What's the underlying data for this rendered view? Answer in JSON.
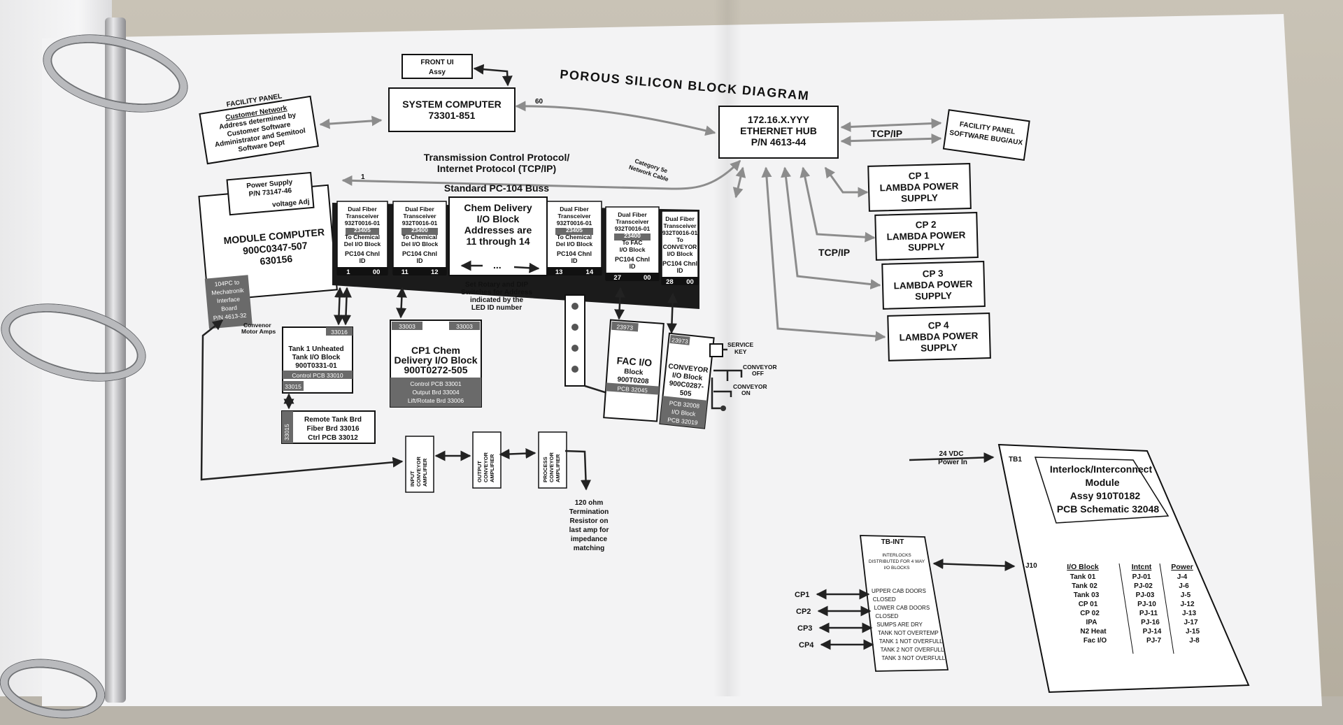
{
  "diagram": {
    "title": "POROUS SILICON BLOCK DIAGRAM",
    "front_ui": [
      "FRONT UI",
      "Assy"
    ],
    "system_computer": [
      "SYSTEM COMPUTER",
      "73301-851"
    ],
    "link_60": "60",
    "link_1": "1",
    "facility_panel_left": [
      "FACILITY PANEL",
      "Customer Network",
      "Address determined by",
      "Customer Software",
      "Administrator and Semitool",
      "Software Dept"
    ],
    "ethernet_hub": [
      "172.16.X.YYY",
      "ETHERNET HUB",
      "P/N 4613-44"
    ],
    "tcp_ip_top": "TCP/IP",
    "tcp_ip_mid": "TCP/IP",
    "facility_panel_right": [
      "FACILITY PANEL",
      "SOFTWARE BUG/AUX"
    ],
    "protocol_label": [
      "Transmission Control Protocol/",
      "Internet Protocol (TCP/IP)"
    ],
    "category_label": [
      "Category 5e",
      "Network Cable"
    ],
    "buss_label": "Standard PC-104 Buss",
    "power_supply": [
      "Power Supply",
      "P/N 73147-46",
      "voltage Adj"
    ],
    "module_computer": [
      "MODULE COMPUTER",
      "900C0347-507",
      "630156"
    ],
    "interface_board": [
      "104PC to",
      "Mechatronik",
      "Interface",
      "Board",
      "P/N 4613-32"
    ],
    "interface_note": [
      "Convenor",
      "Motor Amps"
    ],
    "transceivers": [
      {
        "lines": [
          "Dual Fiber",
          "Transceiver",
          "932T0016-01",
          "23405",
          "To Chemical",
          "Del I/O Block"
        ],
        "chnl": [
          "PC104  Chnl",
          "ID"
        ],
        "ids": [
          "1",
          "00"
        ]
      },
      {
        "lines": [
          "Dual Fiber",
          "Transceiver",
          "932T0016-01",
          "23400",
          "To Chemical",
          "Del I/O Block"
        ],
        "chnl": [
          "PC104  Chnl",
          "ID"
        ],
        "ids": [
          "11",
          "12"
        ]
      },
      {
        "lines": [
          "Dual Fiber",
          "Transceiver",
          "932T0016-01",
          "23405",
          "To Chemical",
          "Del I/O Block"
        ],
        "chnl": [
          "PC104  Chnl",
          "ID"
        ],
        "ids": [
          "13",
          "14"
        ]
      },
      {
        "lines": [
          "Dual Fiber",
          "Transceiver",
          "932T0016-01",
          "23400",
          "To FAC",
          "I/O Block"
        ],
        "chnl": [
          "PC104  Chnl",
          "ID"
        ],
        "ids": [
          "27",
          "00"
        ]
      },
      {
        "lines": [
          "Dual Fiber",
          "Transceiver",
          "932T0016-01",
          "To",
          "CONVEYOR",
          "I/O Block"
        ],
        "chnl": [
          "PC104  Chnl",
          "ID"
        ],
        "ids": [
          "28",
          "00"
        ]
      }
    ],
    "chem_delivery": [
      "Chem Delivery",
      "I/O Block",
      "Addresses are",
      "11 through 14"
    ],
    "ellipsis": "...",
    "dip_note": [
      "Set Rotary and DIP",
      "Switches for Address",
      "indicated by the",
      "LED ID number"
    ],
    "tank1": {
      "tag": "33016",
      "lines": [
        "Tank 1 Unheated",
        "Tank I/O Block",
        "900T0331-01"
      ],
      "foot": "Control PCB 33010",
      "tag2": "33015"
    },
    "cp1_chem": {
      "tags": [
        "33003",
        "33003"
      ],
      "lines": [
        "CP1 Chem",
        "Delivery  I/O Block",
        "900T0272-505"
      ],
      "foot": [
        "Control PCB 33001",
        "Output Brd 33004",
        "Lift/Rotate Brd 33006"
      ]
    },
    "remote_tank": {
      "tag": "33015",
      "lines": [
        "Remote Tank Brd",
        "Fiber Brd 33016",
        "Ctrl PCB 33012"
      ]
    },
    "fac_io": {
      "tag": "23973",
      "lines": [
        "FAC I/O",
        "Block",
        "900T0208"
      ],
      "foot": "PCB 32045"
    },
    "conveyor_io": {
      "tag": "23973",
      "lines": [
        "CONVEYOR",
        "I/O Block",
        "900C0287-",
        "505"
      ],
      "foot": [
        "PCB 32008",
        "I/O Block",
        "PCB 32019"
      ]
    },
    "service_key": [
      "SERVICE",
      "KEY"
    ],
    "conveyor_off": [
      "CONVEYOR",
      "OFF"
    ],
    "conveyor_on": [
      "CONVEYOR",
      "ON"
    ],
    "amplifiers": [
      [
        "INPUT",
        "CONVEYOR",
        "AMPLIFIER"
      ],
      [
        "OUTPUT",
        "CONVEYOR",
        "AMPLIFIER"
      ],
      [
        "PROCESS",
        "CONVEYOR",
        "AMPLIFIER"
      ]
    ],
    "termination": [
      "120 ohm",
      "Termination",
      "Resistor on",
      "last amp for",
      "impedance",
      "matching"
    ],
    "lambda_supplies": [
      [
        "CP 1",
        "LAMBDA POWER",
        "SUPPLY"
      ],
      [
        "CP 2",
        "LAMBDA POWER",
        "SUPPLY"
      ],
      [
        "CP 3",
        "LAMBDA POWER",
        "SUPPLY"
      ],
      [
        "CP 4",
        "LAMBDA POWER",
        "SUPPLY"
      ]
    ],
    "power_in": [
      "24 VDC",
      "Power In"
    ],
    "tb1": "TB1",
    "j10": "J10",
    "interlock_module": [
      "Interlock/Interconnect",
      "Module",
      "Assy 910T0182",
      "PCB Schematic 32048"
    ],
    "io_table": {
      "headers": [
        "I/O Block",
        "Intcnt",
        "Power"
      ],
      "rows": [
        [
          "Tank 01",
          "PJ-01",
          "J-4"
        ],
        [
          "Tank 02",
          "PJ-02",
          "J-6"
        ],
        [
          "Tank 03",
          "PJ-03",
          "J-5"
        ],
        [
          "CP 01",
          "PJ-10",
          "J-12"
        ],
        [
          "CP 02",
          "PJ-11",
          "J-13"
        ],
        [
          "IPA",
          "PJ-16",
          "J-17"
        ],
        [
          "N2 Heat",
          "PJ-14",
          "J-15"
        ],
        [
          "Fac I/O",
          "PJ-7",
          "J-8"
        ]
      ]
    },
    "tb_int": {
      "title": "TB-INT",
      "header": [
        "INTERLOCKS",
        "DISTRIBUTED FOR 4 WAY",
        "I/O BLOCKS"
      ],
      "lines": [
        "UPPER CAB DOORS",
        "CLOSED",
        "LOWER CAB DOORS",
        "CLOSED",
        "SUMPS ARE DRY",
        "TANK NOT OVERTEMP",
        "TANK 1 NOT OVERFULL",
        "TANK 2 NOT OVERFULL",
        "TANK 3 NOT OVERFULL"
      ]
    },
    "cp_labels": [
      "CP1",
      "CP2",
      "CP3",
      "CP4"
    ]
  }
}
